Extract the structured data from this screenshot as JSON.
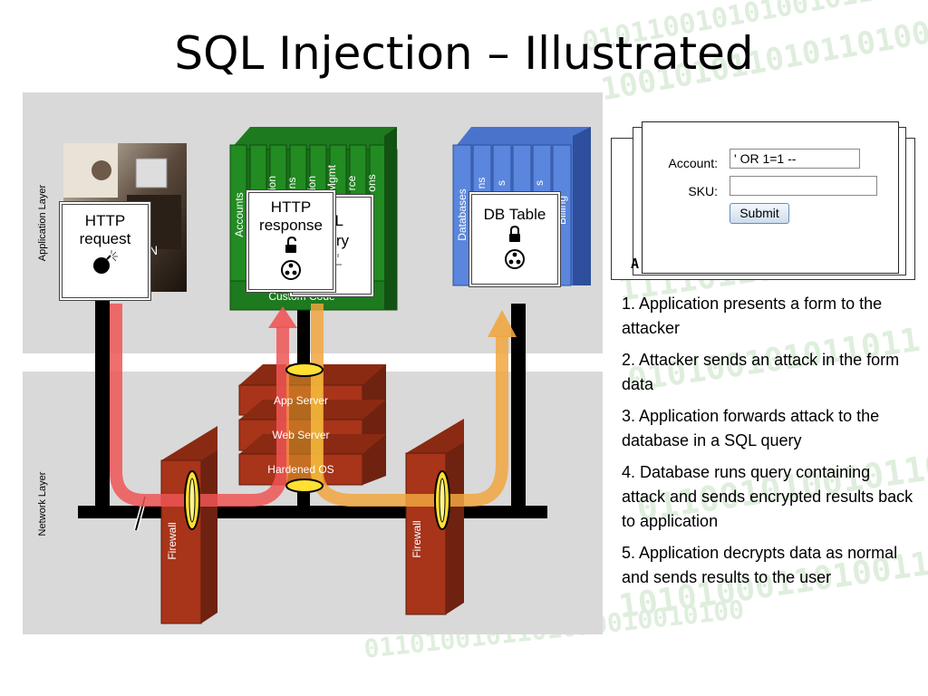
{
  "title": "SQL Injection – Illustrated",
  "layers": {
    "application": "Application Layer",
    "network": "Network Layer"
  },
  "attacker": {
    "card_title_1": "HTTP",
    "card_title_2": "request",
    "partial_text": "N"
  },
  "app_module": {
    "tabs": [
      "Accounts",
      "ion",
      "ns",
      "ion",
      "Mgmt",
      "rce",
      "ons"
    ],
    "footer": "Custom Code",
    "card_title_1": "HTTP",
    "card_title_2": "response",
    "behind_text_1": "L",
    "behind_text_2": "ry"
  },
  "db_module": {
    "tabs": [
      "Databases",
      "ns",
      "s",
      "s",
      "Billing"
    ],
    "card_title": "DB Table"
  },
  "servers": [
    "App Server",
    "Web Server",
    "Hardened OS"
  ],
  "firewalls": [
    "Firewall",
    "Firewall"
  ],
  "form": {
    "account_label": "Account:",
    "account_value": "' OR 1=1 --",
    "sku_label": "SKU:",
    "sku_value": "",
    "submit_label": "Submit",
    "behind_letter": "A"
  },
  "steps": [
    "1. Application presents a form to the attacker",
    "2. Attacker sends an attack in the form data",
    "3. Application forwards attack to the database in a SQL query",
    "4. Database runs query containing attack and sends encrypted results back to application",
    "5. Application decrypts data as normal and sends results to the user"
  ],
  "colors": {
    "app_module": "#1e7a1e",
    "db_module": "#4a74cc",
    "server": "#a8341a",
    "firewall": "#a8341a",
    "attack_flow": "#ee5555",
    "query_flow": "#f0a640",
    "panel": "#d9d9d9"
  }
}
